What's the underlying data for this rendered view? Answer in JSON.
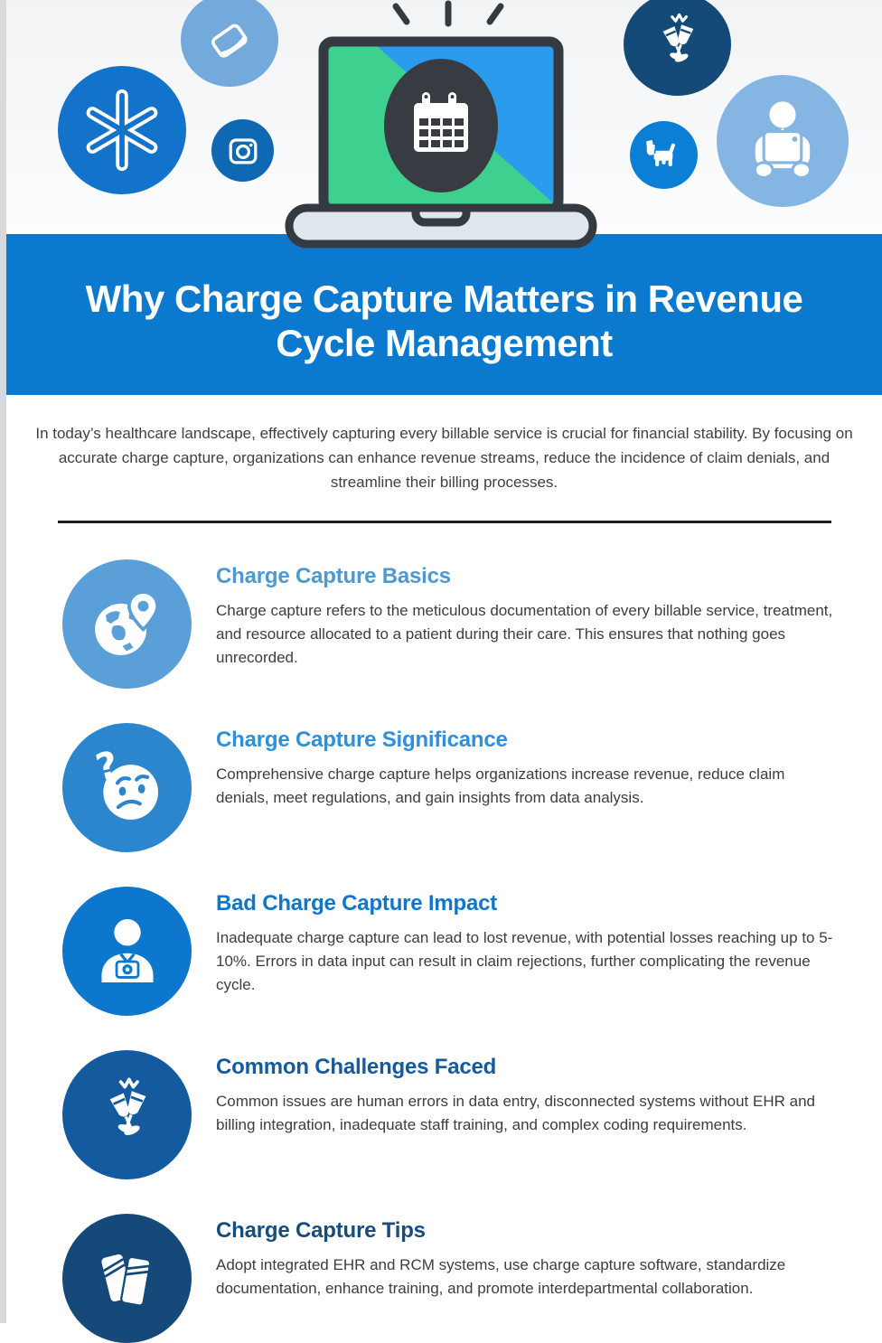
{
  "infographic": {
    "title": "Why Charge Capture Matters in Revenue Cycle Management",
    "intro": "In today’s healthcare landscape, effectively capturing every billable service is crucial for financial stability. By focusing on accurate charge capture, organizations can enhance revenue streams, reduce the incidence of claim denials, and streamline their billing processes."
  },
  "hero": {
    "icons": [
      "book-icon",
      "medical-asterisk-icon",
      "camera-icon",
      "laptop-calendar-icon",
      "champagne-glasses-icon",
      "dog-icon",
      "person-laptop-icon"
    ]
  },
  "palette": {
    "banner_blue": "#0b79ce",
    "divider_dark": "#1f1f1f",
    "body_text": "#3b3d3f",
    "laptop_outline": "#343a40",
    "screen_blue": "#2b9bed",
    "screen_green": "#3ed08f",
    "laptop_base": "#dfe7ec"
  },
  "sections": [
    {
      "icon": "globe-pin-icon",
      "circle_color": "#5b9fd8",
      "title_color": "#4f98d0",
      "title": "Charge Capture Basics",
      "body": "Charge capture refers to the meticulous documentation of every billable service, treatment, and resource allocated to a patient during their care. This ensures that nothing goes unrecorded."
    },
    {
      "icon": "confused-face-icon",
      "circle_color": "#2c86cd",
      "title_color": "#2e8fdb",
      "title": "Charge Capture Significance",
      "body": "Comprehensive charge capture helps organizations increase revenue, reduce claim denials, meet regulations, and gain insights from data analysis."
    },
    {
      "icon": "camera-person-icon",
      "circle_color": "#0d76cd",
      "title_color": "#0e76cd",
      "title": "Bad Charge Capture Impact",
      "body": "Inadequate charge capture can lead to lost revenue, with potential losses reaching up to 5-10%. Errors in data input can result in claim rejections, further complicating the revenue cycle."
    },
    {
      "icon": "champagne-glasses-icon",
      "circle_color": "#135a9e",
      "title_color": "#135a9e",
      "title": "Common Challenges Faced",
      "body": "Common issues are human errors in data entry, disconnected systems without EHR and billing integration, inadequate staff training, and complex coding requirements."
    },
    {
      "icon": "books-icon",
      "circle_color": "#14497a",
      "title_color": "#174d7c",
      "title": "Charge Capture Tips",
      "body": "Adopt integrated EHR and RCM systems, use charge capture software, standardize documentation, enhance training, and promote interdepartmental collaboration."
    }
  ]
}
